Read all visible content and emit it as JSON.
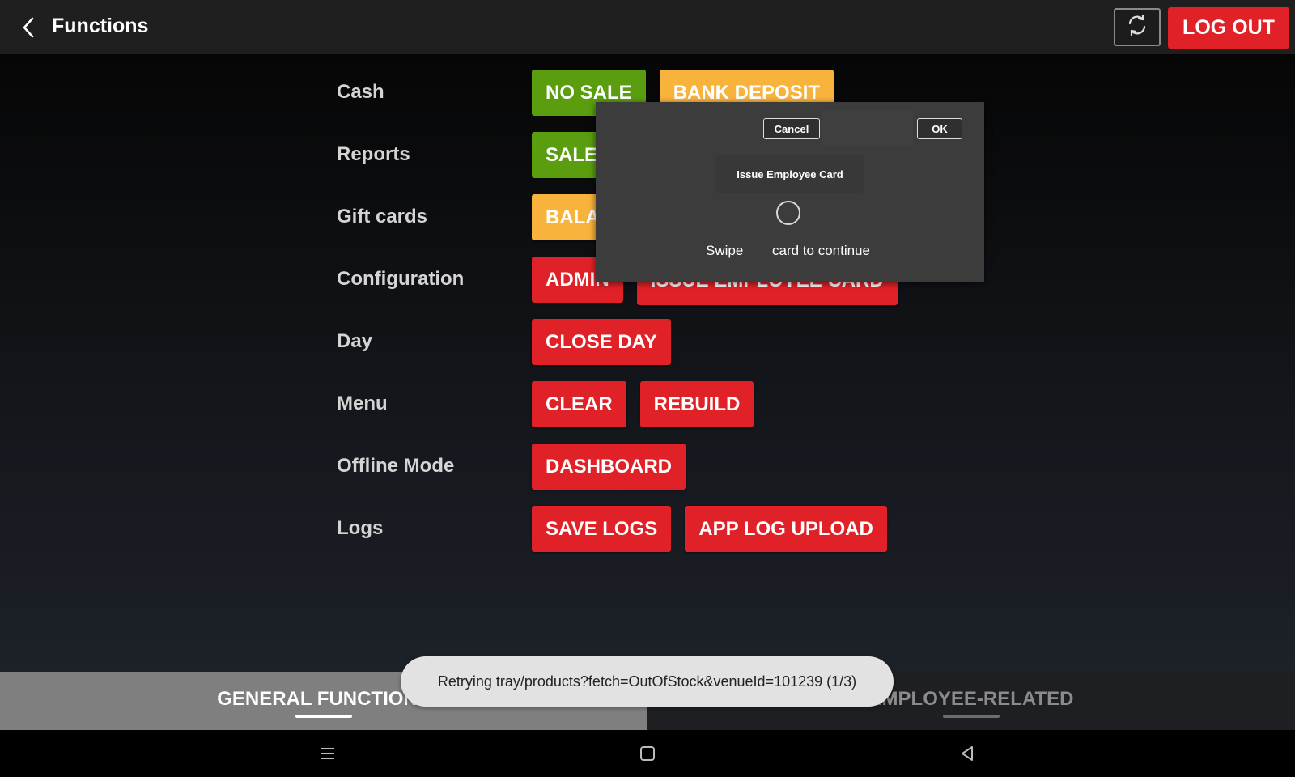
{
  "header": {
    "title": "Functions",
    "logout_label": "LOG OUT",
    "icons": {
      "back": "chevron-left-icon",
      "refresh": "refresh-icon"
    }
  },
  "colors": {
    "green": "#5a9e0f",
    "orange": "#f8b33c",
    "red": "#e02228",
    "topbar": "#1f1f1f",
    "tab_active": "#7f7f7f"
  },
  "functions": [
    {
      "label": "Cash",
      "buttons": [
        {
          "label": "NO SALE",
          "color": "green"
        },
        {
          "label": "BANK DEPOSIT",
          "color": "orange"
        }
      ]
    },
    {
      "label": "Reports",
      "buttons": [
        {
          "label": "SALES",
          "color": "green"
        }
      ]
    },
    {
      "label": "Gift cards",
      "buttons": [
        {
          "label": "BALA",
          "color": "orange"
        }
      ]
    },
    {
      "label": "Configuration",
      "buttons": [
        {
          "label": "ADMIN",
          "color": "red"
        },
        {
          "label": "ISSUE EMPLOYEE CARD",
          "color": "red"
        }
      ]
    },
    {
      "label": "Day",
      "buttons": [
        {
          "label": "CLOSE DAY",
          "color": "red"
        }
      ]
    },
    {
      "label": "Menu",
      "buttons": [
        {
          "label": "CLEAR",
          "color": "red"
        },
        {
          "label": "REBUILD",
          "color": "red"
        }
      ]
    },
    {
      "label": "Offline Mode",
      "buttons": [
        {
          "label": "DASHBOARD",
          "color": "red"
        }
      ]
    },
    {
      "label": "Logs",
      "buttons": [
        {
          "label": "SAVE LOGS",
          "color": "red"
        },
        {
          "label": "APP LOG UPLOAD",
          "color": "red"
        }
      ]
    }
  ],
  "dialog": {
    "cancel_label": "Cancel",
    "ok_label": "OK",
    "title": "Issue Employee Card",
    "message_part1": "Swipe",
    "message_part2": "card to continue",
    "icon": "loading-spinner-icon"
  },
  "tabs": [
    {
      "label": "GENERAL FUNCTIONS",
      "active": true
    },
    {
      "label": "EMPLOYEE-RELATED",
      "active": false
    }
  ],
  "toast": {
    "text": "Retrying tray/products?fetch=OutOfStock&venueId=101239 (1/3)"
  },
  "navbar": {
    "icons": [
      "menu-icon",
      "home-square-icon",
      "back-triangle-icon"
    ]
  }
}
